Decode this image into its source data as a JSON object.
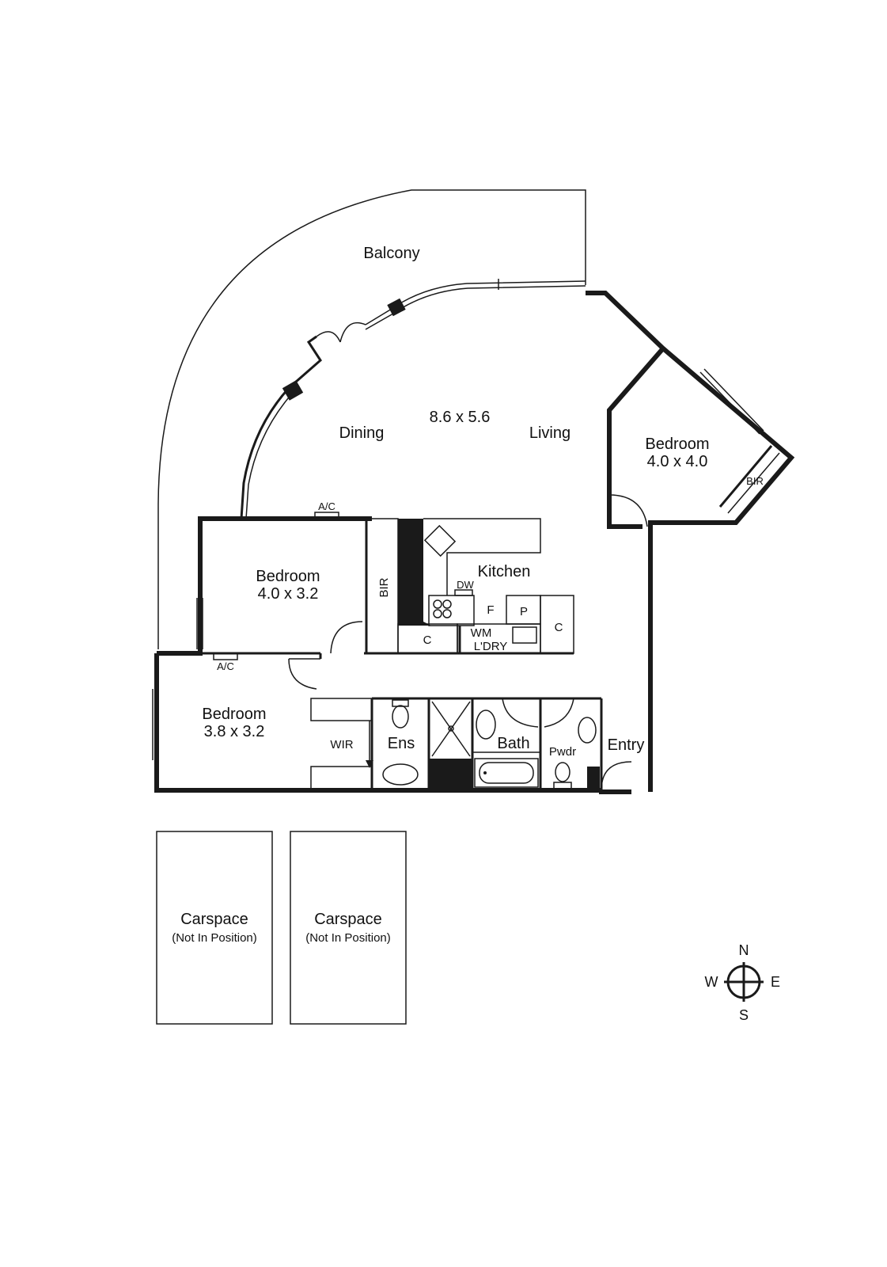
{
  "rooms": {
    "balcony": {
      "label": "Balcony"
    },
    "main": {
      "dimensions": "8.6 x 5.6",
      "dining": "Dining",
      "living": "Living"
    },
    "bedroom_ne": {
      "label": "Bedroom",
      "dimensions": "4.0 x 4.0",
      "robe": "BIR"
    },
    "bedroom_w": {
      "label": "Bedroom",
      "dimensions": "4.0 x 3.2",
      "robe": "BIR"
    },
    "bedroom_sw": {
      "label": "Bedroom",
      "dimensions": "3.8 x 3.2",
      "robe": "WIR"
    },
    "kitchen": {
      "label": "Kitchen",
      "dishwasher": "DW",
      "fridge": "F",
      "pantry": "P",
      "cupboard_1": "C",
      "cupboard_2": "C"
    },
    "laundry": {
      "washer": "WM",
      "label": "L'DRY"
    },
    "ensuite": {
      "label": "Ens"
    },
    "bath": {
      "label": "Bath"
    },
    "powder": {
      "label": "Pwdr"
    },
    "entry": {
      "label": "Entry"
    }
  },
  "fixtures": {
    "ac_1": "A/C",
    "ac_2": "A/C"
  },
  "carspaces": [
    {
      "label": "Carspace",
      "note": "(Not In Position)"
    },
    {
      "label": "Carspace",
      "note": "(Not In Position)"
    }
  ],
  "compass": {
    "n": "N",
    "s": "S",
    "e": "E",
    "w": "W"
  }
}
